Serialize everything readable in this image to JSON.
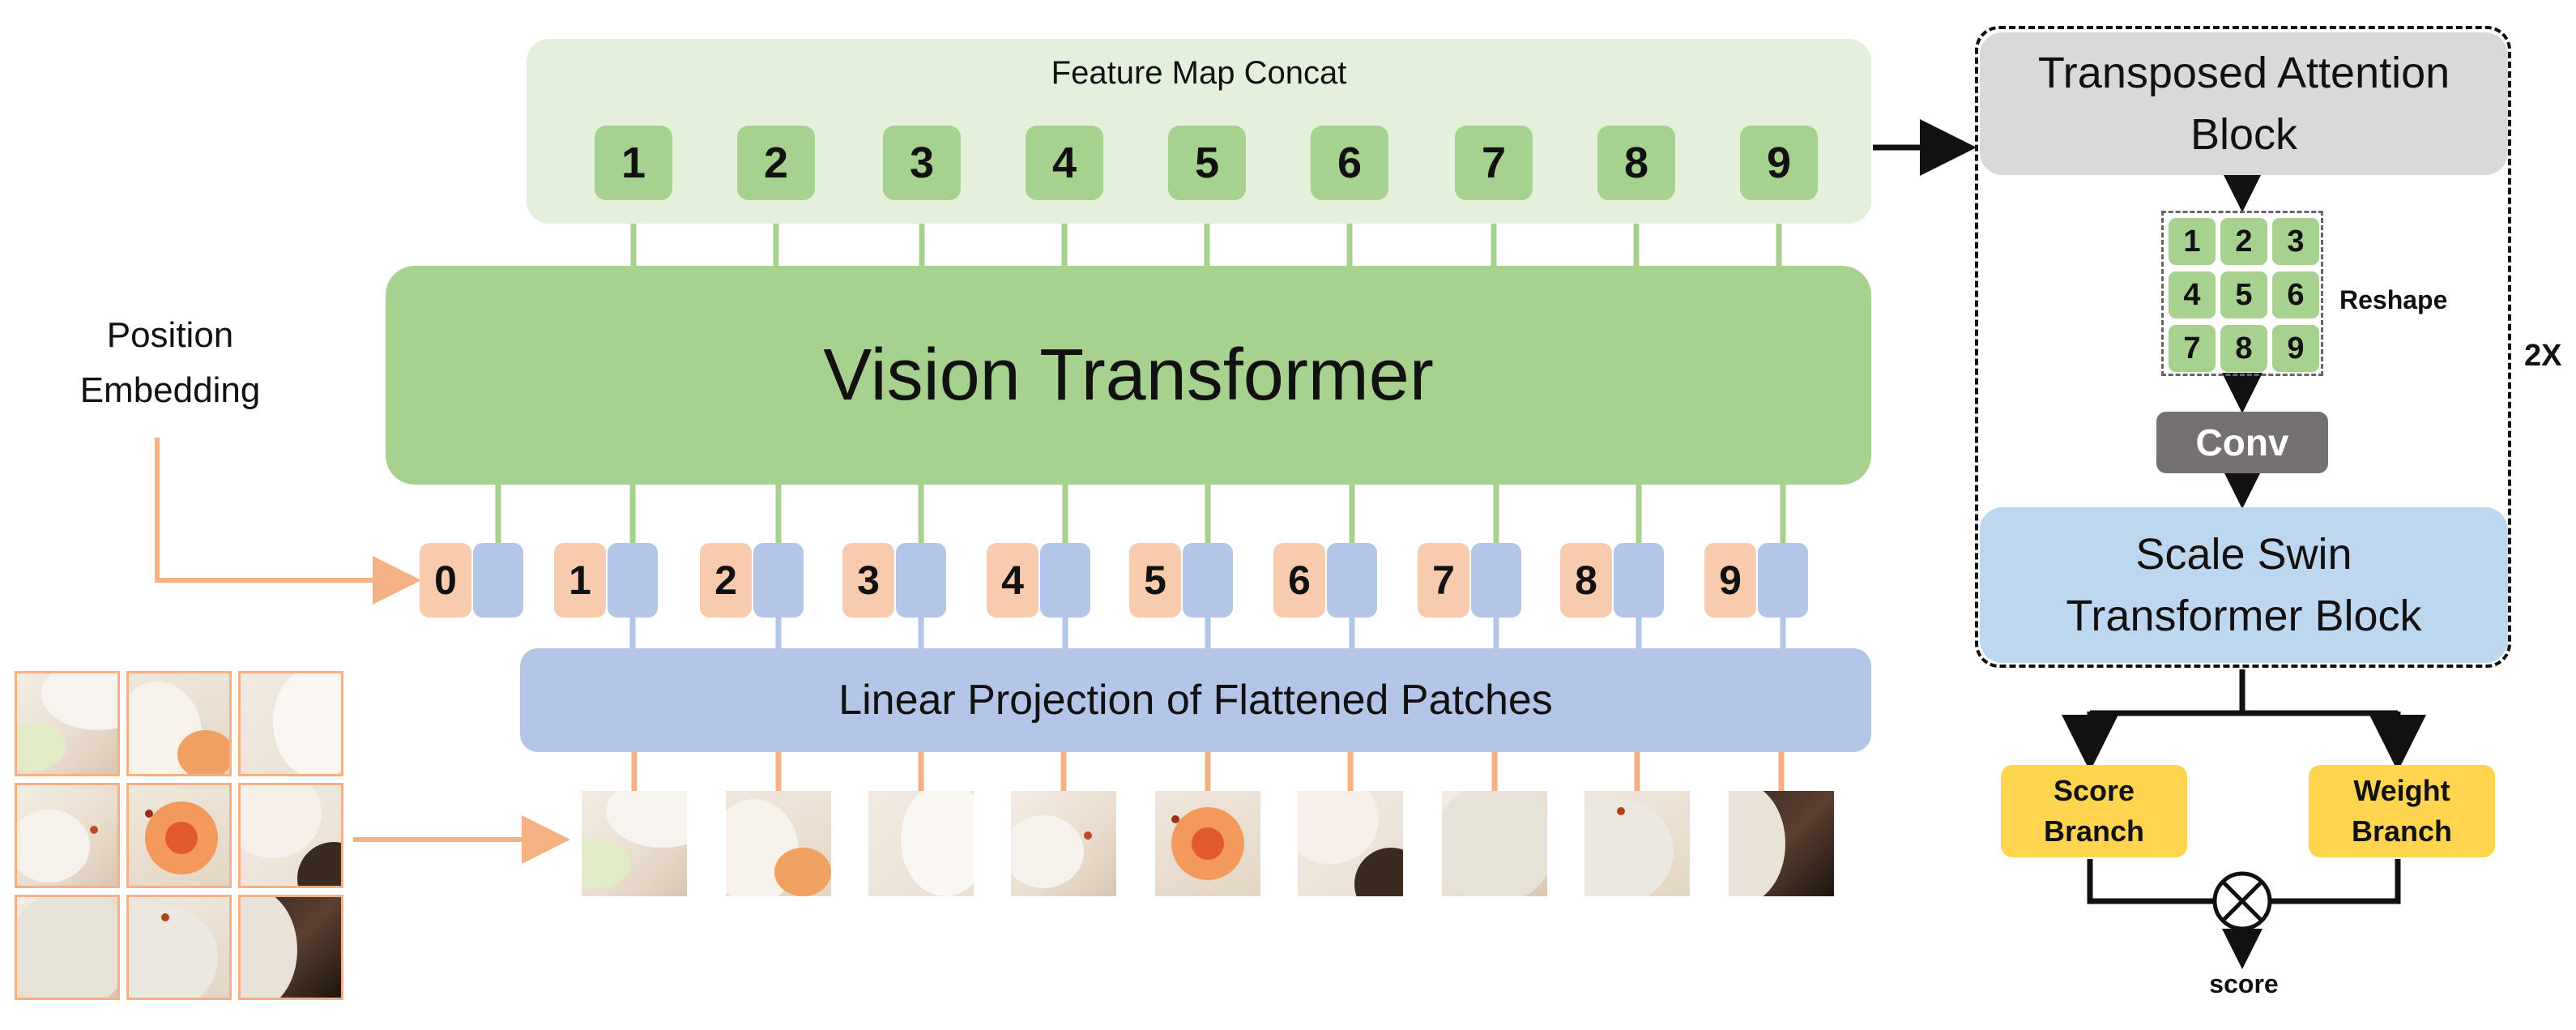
{
  "feature_map": {
    "title": "Feature Map Concat",
    "tokens": [
      "1",
      "2",
      "3",
      "4",
      "5",
      "6",
      "7",
      "8",
      "9"
    ]
  },
  "vit": {
    "label": "Vision Transformer"
  },
  "position_embedding": {
    "line1": "Position",
    "line2": "Embedding"
  },
  "tokens": [
    "0",
    "1",
    "2",
    "3",
    "4",
    "5",
    "6",
    "7",
    "8",
    "9"
  ],
  "linear_projection": {
    "label": "Linear Projection of Flattened Patches"
  },
  "right": {
    "tab_line1": "Transposed Attention",
    "tab_line2": "Block",
    "reshape_cells": [
      "1",
      "2",
      "3",
      "4",
      "5",
      "6",
      "7",
      "8",
      "9"
    ],
    "reshape_label": "Reshape",
    "repeat_label": "2X",
    "conv_label": "Conv",
    "sst_line1": "Scale Swin",
    "sst_line2": "Transformer Block",
    "score_branch_line1": "Score",
    "score_branch_line2": "Branch",
    "weight_branch_line1": "Weight",
    "weight_branch_line2": "Branch",
    "output_label": "score"
  },
  "colors": {
    "green": "#a7d18f",
    "light_green": "#e3f0db",
    "blue": "#b3c6e7",
    "light_blue": "#bdd7ee",
    "peach": "#f8cbad",
    "orange_line": "#f4b183",
    "gray": "#d9d9d9",
    "dark_gray": "#767171",
    "yellow": "#ffd54f"
  }
}
